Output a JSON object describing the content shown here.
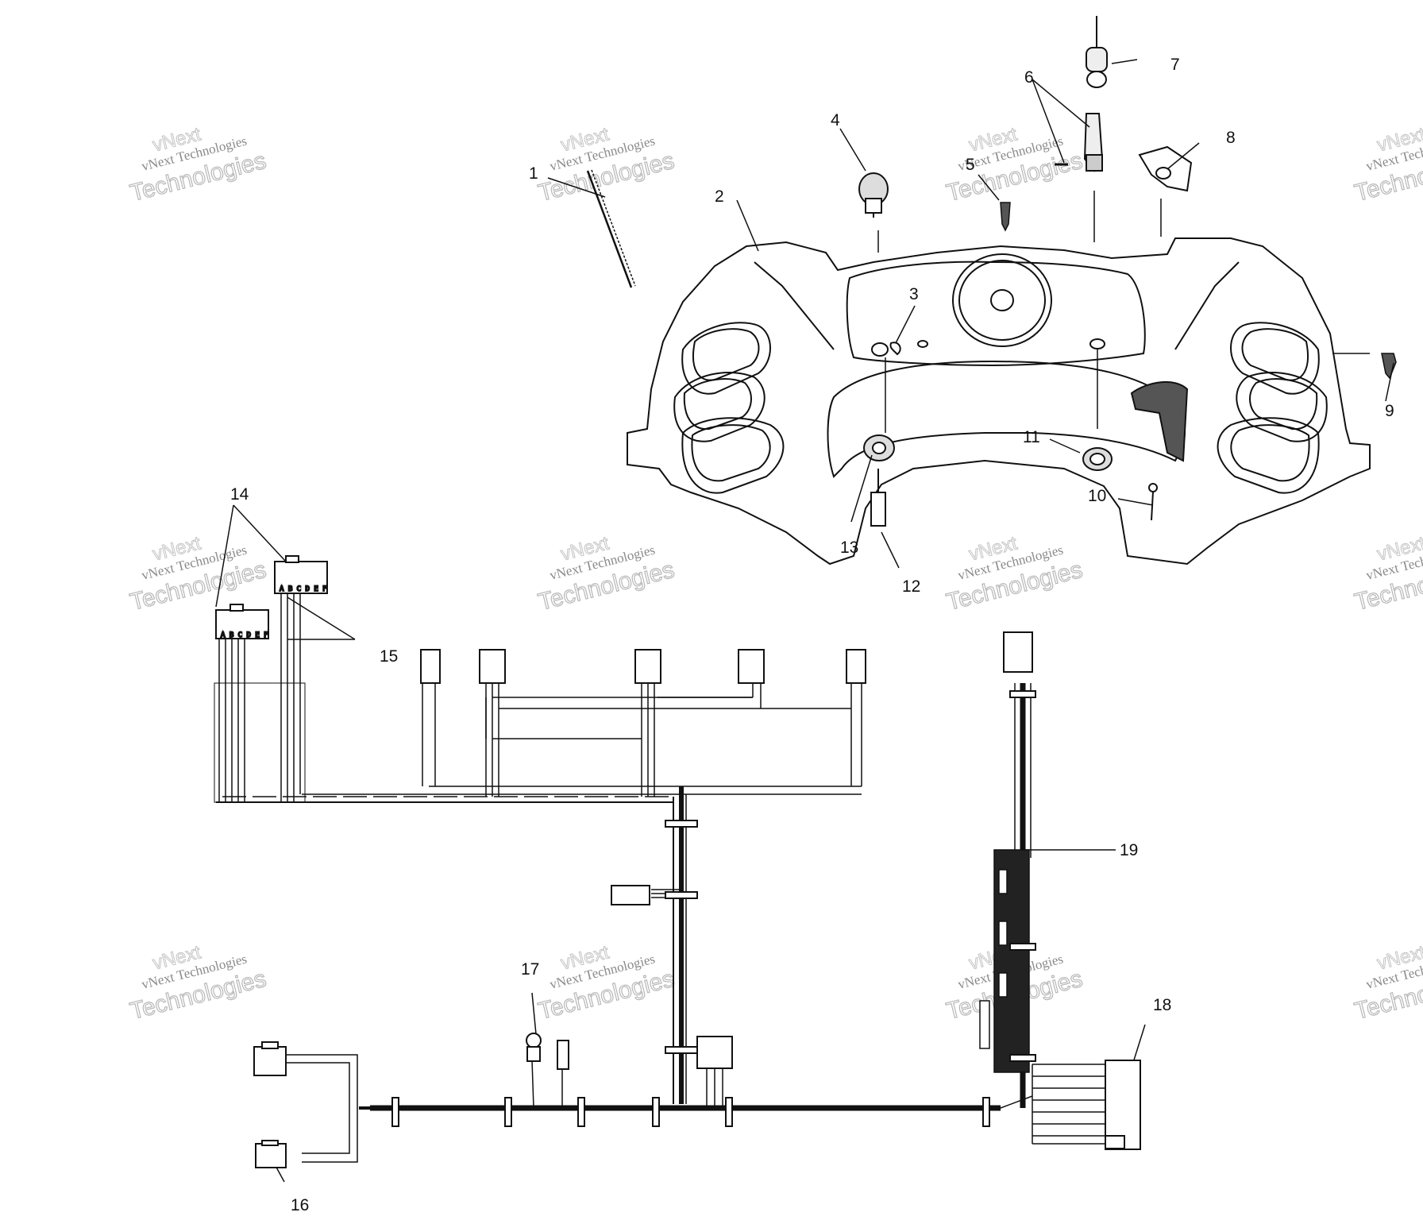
{
  "callouts": [
    "1",
    "2",
    "3",
    "4",
    "5",
    "6",
    "7",
    "8",
    "9",
    "10",
    "11",
    "12",
    "13",
    "14",
    "15",
    "16",
    "17",
    "18",
    "19"
  ],
  "watermark": {
    "line1": "vNext Technologies",
    "big": "Technologies",
    "small": "vNext"
  },
  "connector_letters": "A B C D E F"
}
